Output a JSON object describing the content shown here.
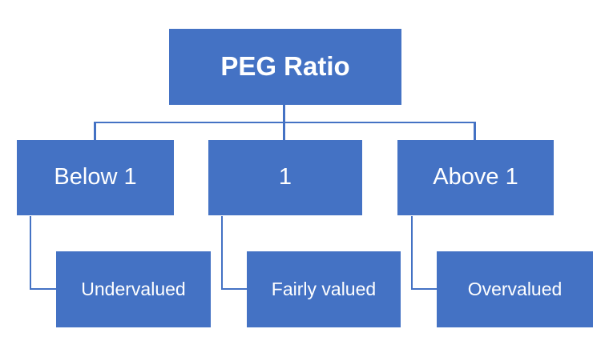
{
  "diagram": {
    "type": "hierarchy-flowchart",
    "root": {
      "label": "PEG Ratio"
    },
    "level2": [
      {
        "label": "Below 1"
      },
      {
        "label": "1"
      },
      {
        "label": "Above 1"
      }
    ],
    "level3": [
      {
        "label": "Undervalued"
      },
      {
        "label": "Fairly valued"
      },
      {
        "label": "Overvalued"
      }
    ],
    "colors": {
      "box_fill": "#4472C4",
      "connector": "#4472C4",
      "text": "#FFFFFF",
      "background": "#FFFFFF"
    }
  }
}
